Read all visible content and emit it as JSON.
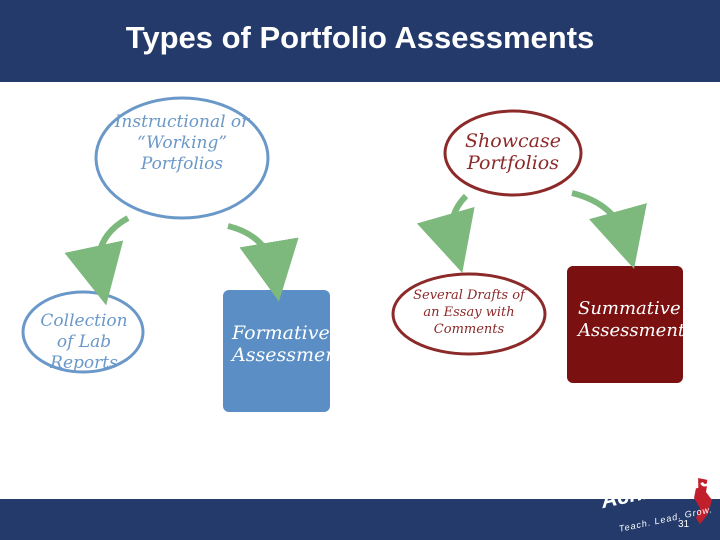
{
  "slide": {
    "title": "Types of Portfolio Assessments",
    "page_number": "31"
  },
  "left": {
    "top_oval": "Instructional or “Working” Portfolios",
    "example_oval": "Collection of Lab Reports",
    "box": "Formative Assessment"
  },
  "right": {
    "top_oval": "Showcase Portfolios",
    "example_oval": "Several Drafts of an Essay with Comments",
    "box": "Summative Assessment"
  },
  "logo": {
    "name": "AchieveNJ",
    "tagline": "Teach. Lead. Grow."
  },
  "colors": {
    "header_bg": "#233a6a",
    "left_accent": "#5b8ec4",
    "right_accent": "#7a1010",
    "arrow_green": "#7db87d"
  }
}
